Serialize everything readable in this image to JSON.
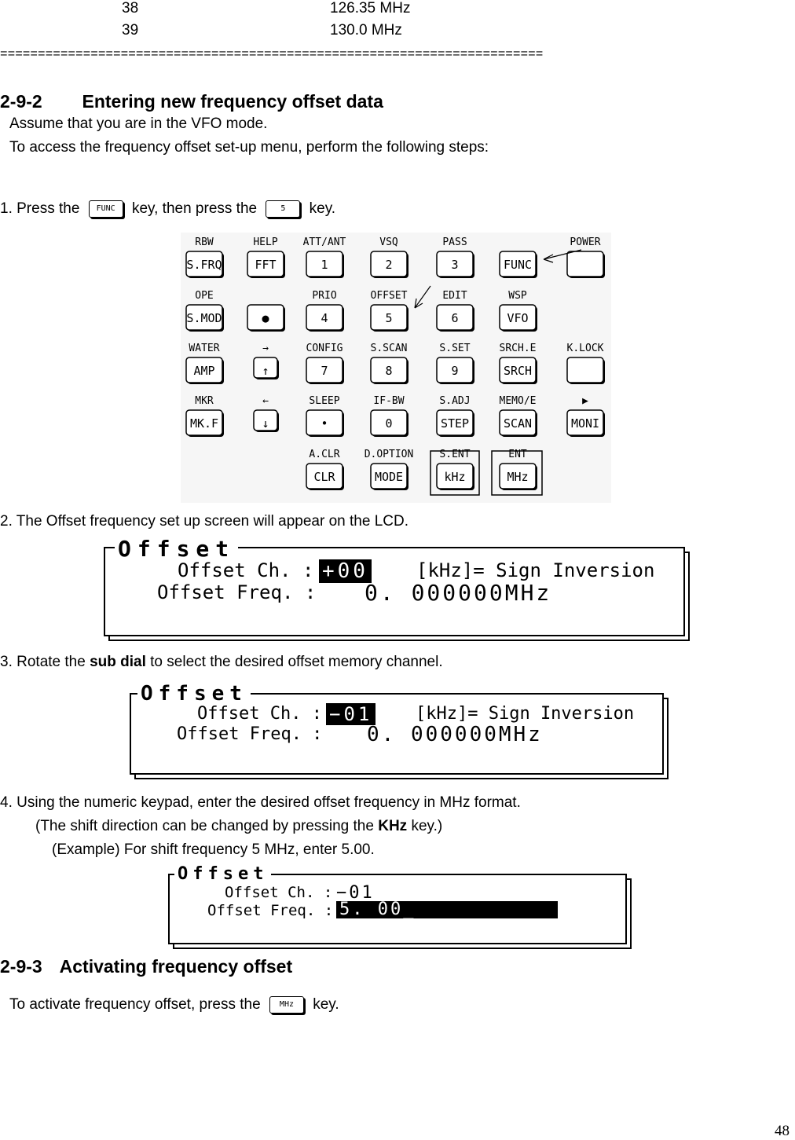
{
  "table_rows": [
    {
      "ch": "38",
      "freq": "126.35 MHz"
    },
    {
      "ch": "39",
      "freq": "130.0 MHz"
    }
  ],
  "separator": "========================================================================",
  "section_292": {
    "number": "2-9-2",
    "title": "Entering new frequency offset data",
    "intro1": "Assume that you are in the VFO mode.",
    "intro2": "To access the frequency offset set-up menu, perform the following steps:"
  },
  "step1": {
    "pre": "1.   Press the",
    "key1": "FUNC",
    "mid": "key, then press the",
    "key2": "5",
    "post": "key."
  },
  "keypad": {
    "rows": [
      [
        {
          "label": "RBW",
          "key": "S.FRQ"
        },
        {
          "label": "HELP",
          "key": "FFT"
        },
        {
          "label": "ATT/ANT",
          "key": "1"
        },
        {
          "label": "VSQ",
          "key": "2"
        },
        {
          "label": "PASS",
          "key": "3"
        },
        {
          "label": "",
          "key": "FUNC"
        },
        {
          "label": "POWER",
          "key": ""
        }
      ],
      [
        {
          "label": "OPE",
          "key": "S.MOD"
        },
        {
          "label": "",
          "key": "●"
        },
        {
          "label": "PRIO",
          "key": "4"
        },
        {
          "label": "OFFSET",
          "key": "5"
        },
        {
          "label": "EDIT",
          "key": "6"
        },
        {
          "label": "WSP",
          "key": "VFO"
        }
      ],
      [
        {
          "label": "WATER",
          "key": "AMP"
        },
        {
          "label": "→",
          "key": "↑"
        },
        {
          "label": "CONFIG",
          "key": "7"
        },
        {
          "label": "S.SCAN",
          "key": "8"
        },
        {
          "label": "S.SET",
          "key": "9"
        },
        {
          "label": "SRCH.E",
          "key": "SRCH"
        },
        {
          "label": "K.LOCK",
          "key": ""
        }
      ],
      [
        {
          "label": "MKR",
          "key": "MK.F"
        },
        {
          "label": "←",
          "key": "↓"
        },
        {
          "label": "SLEEP",
          "key": "•"
        },
        {
          "label": "IF-BW",
          "key": "0"
        },
        {
          "label": "S.ADJ",
          "key": "STEP"
        },
        {
          "label": "MEMO/E",
          "key": "SCAN"
        },
        {
          "label": "▶",
          "key": "MONI"
        }
      ],
      [
        {
          "label": "A.CLR",
          "key": "CLR"
        },
        {
          "label": "D.OPTION",
          "key": "MODE"
        },
        {
          "label": "S.ENT",
          "key": "kHz"
        },
        {
          "label": "ENT",
          "key": "MHz"
        }
      ]
    ]
  },
  "step2": "2.    The Offset frequency set up screen will appear on the LCD.",
  "lcd1": {
    "title": "Offset",
    "ch_label": "Offset Ch.  :",
    "ch_value": "+00",
    "hint": "[kHz]= Sign Inversion",
    "freq_label": "Offset Freq.  :",
    "freq_value": "0. 000000MHz"
  },
  "step3": {
    "pre": "3.    Rotate the",
    "bold": "sub dial",
    "post": "to select the desired offset memory channel."
  },
  "lcd2": {
    "title": "Offset",
    "ch_label": "Offset Ch.  :",
    "ch_value": "−01",
    "hint": "[kHz]= Sign Inversion",
    "freq_label": "Offset Freq.  :",
    "freq_value": "0. 000000MHz"
  },
  "step4": {
    "line1": "4.    Using the numeric keypad, enter the desired offset frequency in MHz format.",
    "line2_pre": "(The shift direction can be changed by pressing the",
    "line2_bold": "KHz",
    "line2_post": "key.)",
    "line3": "(Example) For shift frequency 5 MHz, enter 5.00."
  },
  "lcd3": {
    "title": "Offset",
    "ch_label": "Offset Ch.  :",
    "ch_value": "−01",
    "freq_label": "Offset Freq.  :",
    "freq_value": "5. 00_"
  },
  "section_293": {
    "number": "2-9-3",
    "title": "Activating frequency offset",
    "text_pre": "To activate frequency offset, press the",
    "key": "MHz",
    "text_post": "key."
  },
  "page_number": "48"
}
